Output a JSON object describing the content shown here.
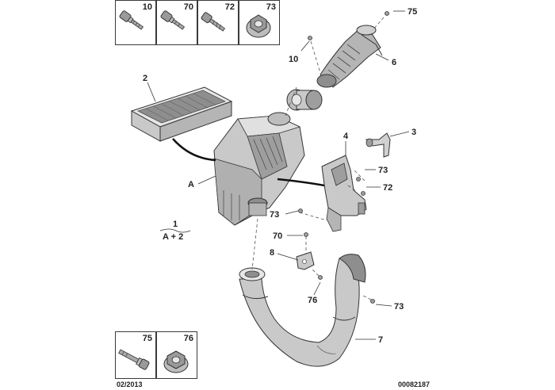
{
  "hardware_top": [
    "10",
    "70",
    "72",
    "73"
  ],
  "hardware_bottom": [
    "75",
    "76"
  ],
  "callouts": {
    "c75_top": "75",
    "c10": "10",
    "c6": "6",
    "c2": "2",
    "c3": "3",
    "c4": "4",
    "cA": "A",
    "c73_a": "73",
    "c72": "72",
    "c73_b": "73",
    "c70": "70",
    "c8": "8",
    "c76": "76",
    "c73_c": "73",
    "c7": "7"
  },
  "kit": {
    "number": "1",
    "formula": "A + 2"
  },
  "footer": {
    "date": "02/2013",
    "ref": "00082187"
  },
  "colors": {
    "outline": "#3a3a3a",
    "part_fill": "#c9c9c9",
    "part_dark": "#8e8e8e",
    "part_light": "#e6e6e6"
  }
}
